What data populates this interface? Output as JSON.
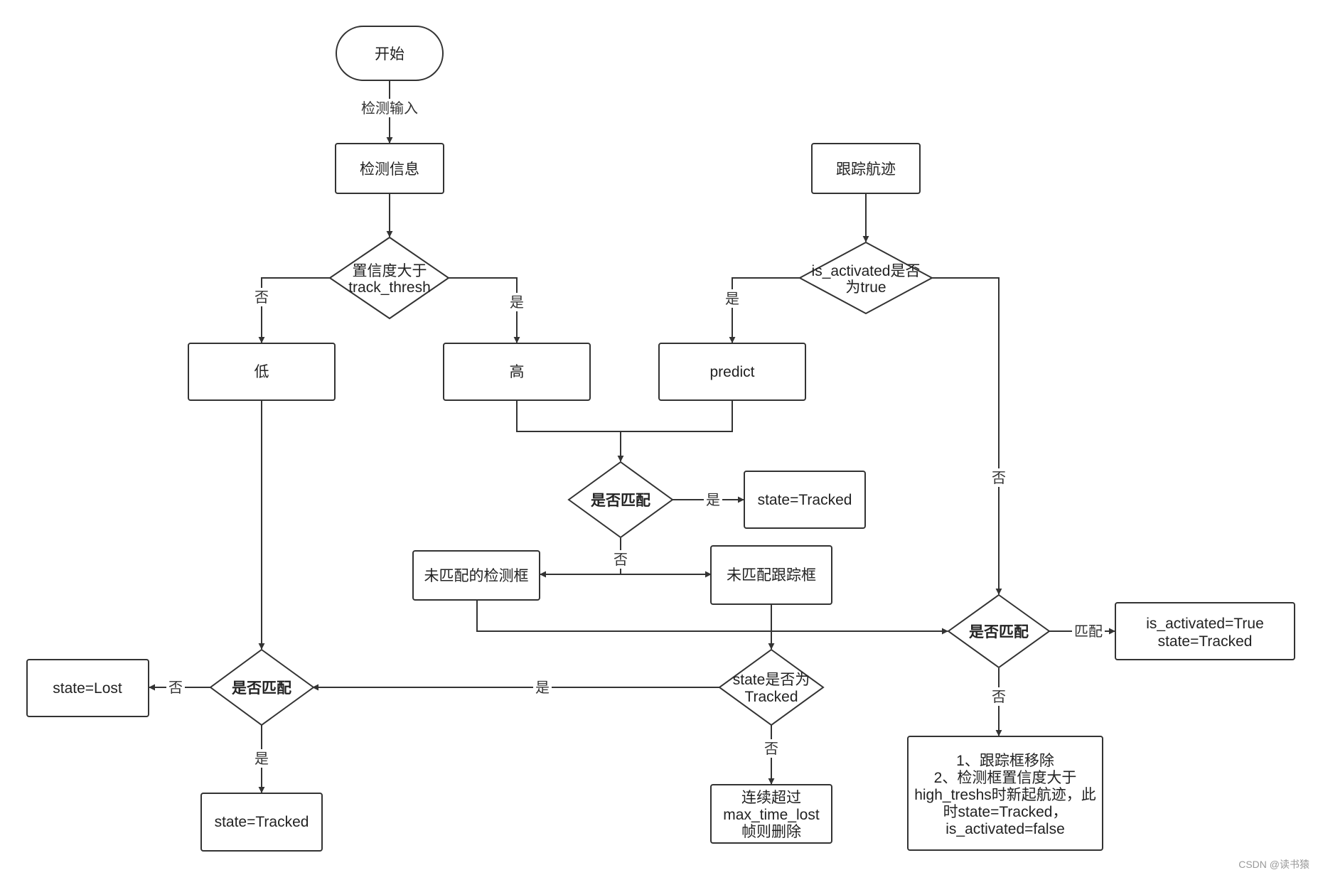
{
  "nodes": {
    "start": "开始",
    "detect_info": "检测信息",
    "conf_check": [
      "置信度大于",
      "track_thresh"
    ],
    "low": "低",
    "high": "高",
    "track_traj": "跟踪航迹",
    "activated_check": [
      "is_activated是否",
      "为true"
    ],
    "predict": "predict",
    "match1": "是否匹配",
    "tracked1": "state=Tracked",
    "unmatched_det": "未匹配的检测框",
    "unmatched_trk": "未匹配跟踪框",
    "match_right": "是否匹配",
    "activated_true": [
      "is_activated=True",
      "state=Tracked"
    ],
    "state_check": [
      "state是否为",
      "Tracked"
    ],
    "match_left": "是否匹配",
    "lost": "state=Lost",
    "tracked_bottom": "state=Tracked",
    "delete": [
      "连续超过",
      "max_time_lost",
      "帧则删除"
    ],
    "remove": [
      "1、跟踪框移除",
      "2、检测框置信度大于",
      "high_treshs时新起航迹，此",
      "时state=Tracked，",
      "is_activated=false"
    ]
  },
  "edge_labels": {
    "detect_input": "检测输入",
    "conf_no": "否",
    "conf_yes": "是",
    "activated_yes": "是",
    "activated_no": "否",
    "match1_yes": "是",
    "match1_no": "否",
    "match_right_yes": "匹配",
    "match_right_no": "否",
    "state_yes": "是",
    "state_no": "否",
    "match_left_no": "否",
    "match_left_yes": "是"
  },
  "watermark": "CSDN @读书猿",
  "colors": {
    "stroke": "#333333",
    "text": "#222222",
    "background": "#ffffff"
  }
}
